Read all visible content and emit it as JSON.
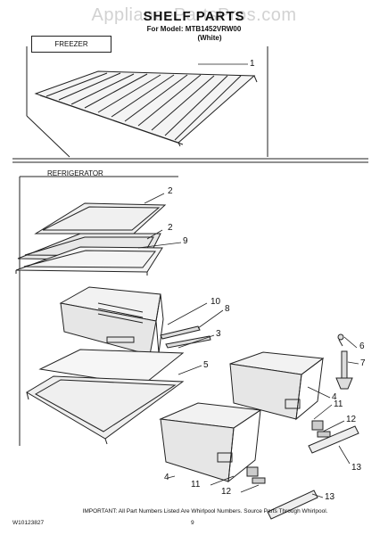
{
  "header": {
    "watermark": "AppliancePartsPros.com",
    "title": "SHELF PARTS",
    "model_line": "For Model: MTB1452VRW00",
    "variant": "(White)"
  },
  "sections": {
    "freezer": "FREEZER",
    "refrigerator": "REFRIGERATOR"
  },
  "callouts": [
    "1",
    "2",
    "2",
    "9",
    "10",
    "8",
    "3",
    "5",
    "6",
    "7",
    "4",
    "11",
    "12",
    "13",
    "4",
    "11",
    "12",
    "13"
  ],
  "footer": {
    "note": "IMPORTANT: All Part Numbers Listed Are Whirlpool Numbers. Source Parts Through Whirlpool.",
    "doc_number": "W10123827",
    "page": "9"
  }
}
